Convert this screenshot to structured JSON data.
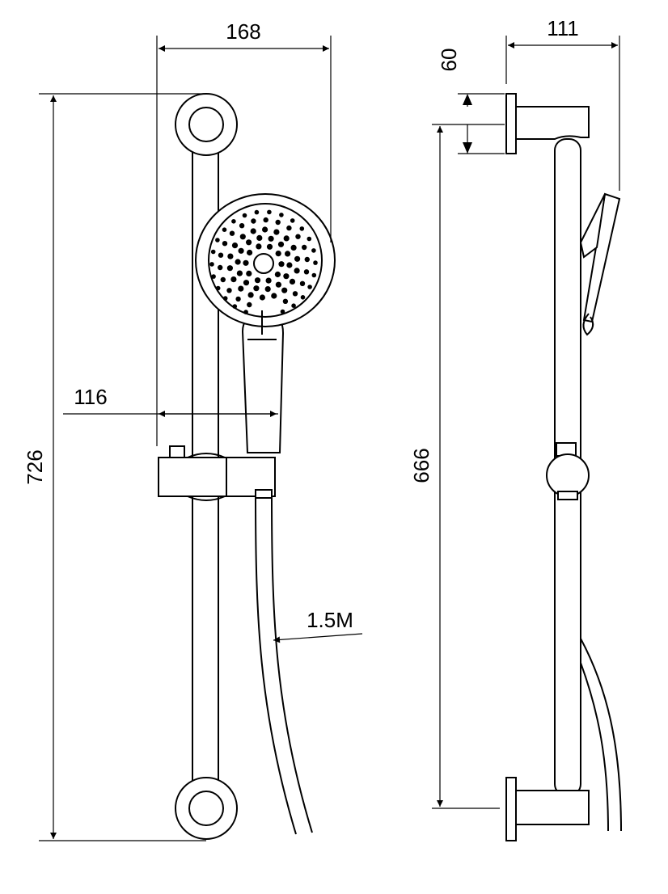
{
  "dimensions": {
    "overall_width": "168",
    "bracket_projection": "116",
    "overall_height": "726",
    "hose_length": "1.5M",
    "side_depth": "111",
    "top_offset": "60",
    "rail_length": "666"
  },
  "colors": {
    "line": "#000000",
    "background": "#ffffff"
  }
}
